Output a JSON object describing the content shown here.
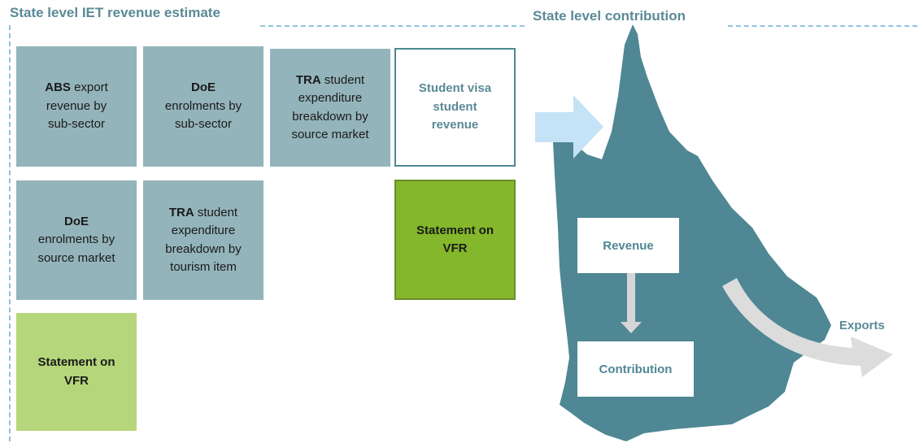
{
  "titles": {
    "left": "State level IET revenue estimate",
    "right": "State level contribution"
  },
  "boxes": {
    "abs": {
      "bold": "ABS",
      "line1": " export",
      "line2": "revenue by",
      "line3": "sub-sector"
    },
    "doe_subsector": {
      "bold": "DoE",
      "line1": "enrolments by",
      "line2": "sub-sector"
    },
    "tra_source": {
      "bold": "TRA",
      "line1": " student",
      "line2": "expenditure",
      "line3": "breakdown by",
      "line4": "source market"
    },
    "student_visa": {
      "line1": "Student visa",
      "line2": "student",
      "line3": "revenue"
    },
    "doe_source": {
      "bold": "DoE",
      "line1": "enrolments by",
      "line2": "source market"
    },
    "tra_tourism": {
      "bold": "TRA",
      "line1": " student",
      "line2": "expenditure",
      "line3": "breakdown by",
      "line4": "tourism item"
    },
    "vfr_dark": {
      "line1": "Statement on",
      "line2": "VFR"
    },
    "vfr_light": {
      "line1": "Statement on",
      "line2": "VFR"
    }
  },
  "map": {
    "revenue": "Revenue",
    "contribution": "Contribution",
    "exports": "Exports"
  },
  "colors": {
    "map": "#4f8794",
    "grey_box": "#94b4bb",
    "dark_green": "#84b72b",
    "light_green": "#b5d67a",
    "arrow_blue": "#c5e3f6",
    "arrow_grey": "#dcdcdc",
    "dash": "#8fc4dd"
  }
}
